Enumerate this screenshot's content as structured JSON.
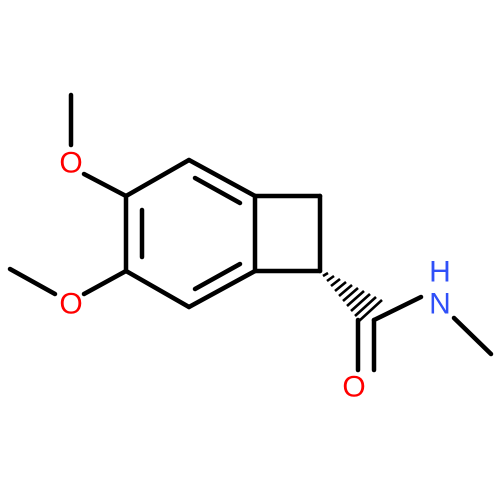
{
  "molecule": {
    "atoms": {
      "oxygen_methoxy_top": {
        "label": "O",
        "color": "#ff0000"
      },
      "oxygen_methoxy_bottom": {
        "label": "O",
        "color": "#ff0000"
      },
      "nitrogen": {
        "label": "N",
        "color": "#3050f8"
      },
      "nitrogen_hydrogen": {
        "label": "H",
        "color": "#3050f8"
      },
      "oxygen_carbonyl": {
        "label": "O",
        "color": "#ff0000"
      }
    },
    "bond_color": "#000000",
    "stereo": {
      "type": "hashed-wedge"
    }
  }
}
